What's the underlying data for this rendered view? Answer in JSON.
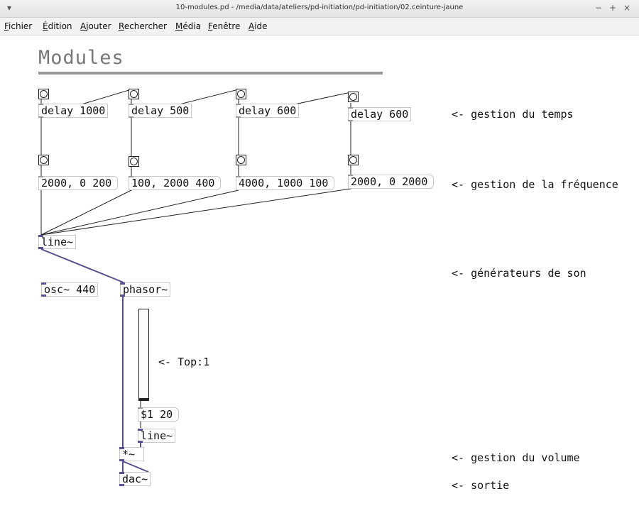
{
  "window": {
    "title": "10-modules.pd  - /media/data/ateliers/pd-initiation/pd-initiation/02.ceinture-jaune",
    "menu_glyph": "▾",
    "minimize_glyph": "−",
    "maximize_glyph": "+",
    "close_glyph": "×"
  },
  "menu": [
    "Fichier",
    "Édition",
    "Ajouter",
    "Rechercher",
    "Média",
    "Fenêtre",
    "Aide"
  ],
  "canvas": {
    "heading": "Modules",
    "delays": [
      "delay 1000",
      "delay 500",
      "delay 600",
      "delay 600"
    ],
    "messages": [
      "2000, 0 200",
      "100, 2000 400",
      "4000, 1000 100",
      "2000, 0 2000"
    ],
    "line_obj": "line~",
    "osc": "osc~ 440",
    "phasor": "phasor~",
    "slider_msg": "$1 20",
    "line2": "line~",
    "mult": "*~",
    "dac": "dac~",
    "slider_level": 1,
    "comments": {
      "temps": "<- gestion du temps",
      "frequence": "<- gestion de la fréquence",
      "generateurs": "<- générateurs de son",
      "top": "<- Top:1",
      "volume": "<- gestion du volume",
      "sortie": "<- sortie"
    }
  },
  "colors": {
    "signal_wire": "#5a4f8f",
    "control_wire": "#222222",
    "heading": "#777777"
  }
}
